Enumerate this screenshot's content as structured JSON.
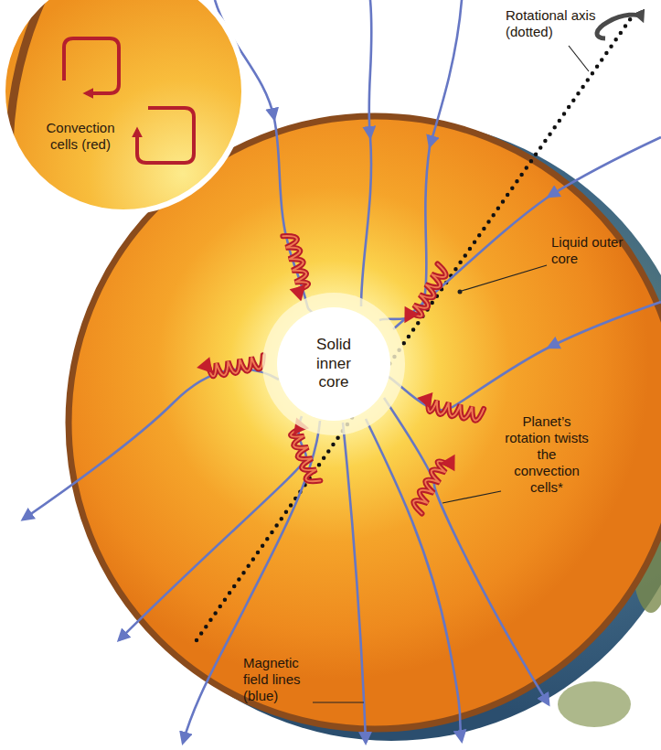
{
  "diagram": {
    "nodes": [
      {
        "text": [
          "Convection cells (red)"
        ]
      },
      {
        "text": [
          "Solid inner core"
        ]
      }
    ],
    "labels": [
      "Rotational axis (dotted)",
      "Liquid outer core",
      "Planet’s rotation twists the convection cells*",
      "Magnetic field lines (blue)"
    ]
  }
}
